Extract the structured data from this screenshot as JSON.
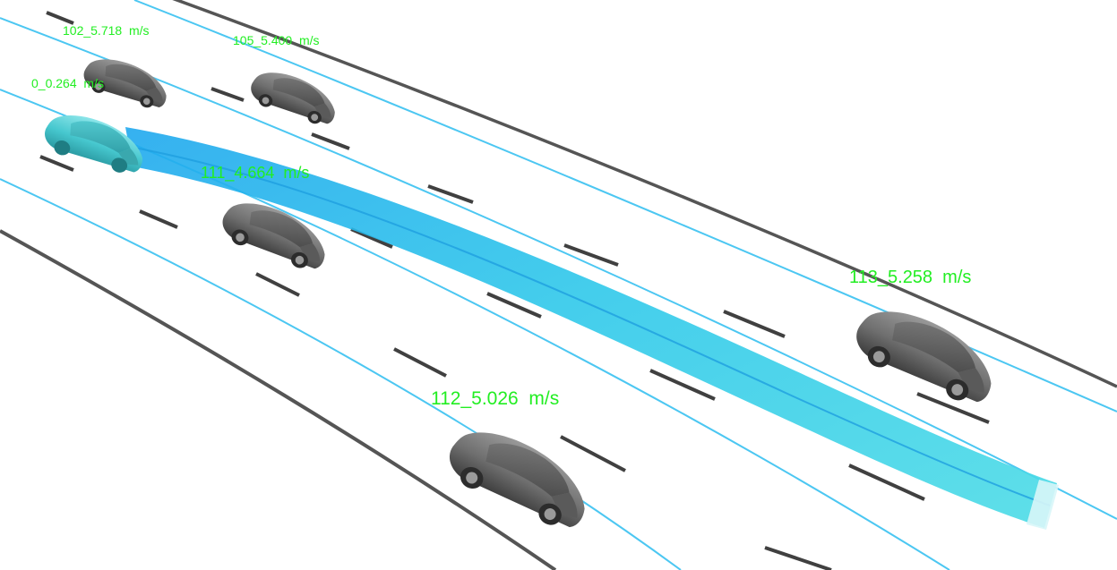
{
  "colors": {
    "background": "#ffffff",
    "lane_line": "#4cc7f2",
    "road_edge": "#555555",
    "lane_dash": "#404040",
    "trajectory": "#2fc3ea",
    "ego_car": "#4fd0d6",
    "other_car": "#6e6e6e",
    "label_text": "#22ee22"
  },
  "vehicles": [
    {
      "id": "ego",
      "label": "0_0.264  m/s",
      "is_ego": true
    },
    {
      "id": "102",
      "label": "102_5.718  m/s",
      "is_ego": false
    },
    {
      "id": "105",
      "label": "105_5.400  m/s",
      "is_ego": false
    },
    {
      "id": "111",
      "label": "111_4.664  m/s",
      "is_ego": false
    },
    {
      "id": "112",
      "label": "112_5.026  m/s",
      "is_ego": false
    },
    {
      "id": "113",
      "label": "113_5.258  m/s",
      "is_ego": false
    }
  ]
}
